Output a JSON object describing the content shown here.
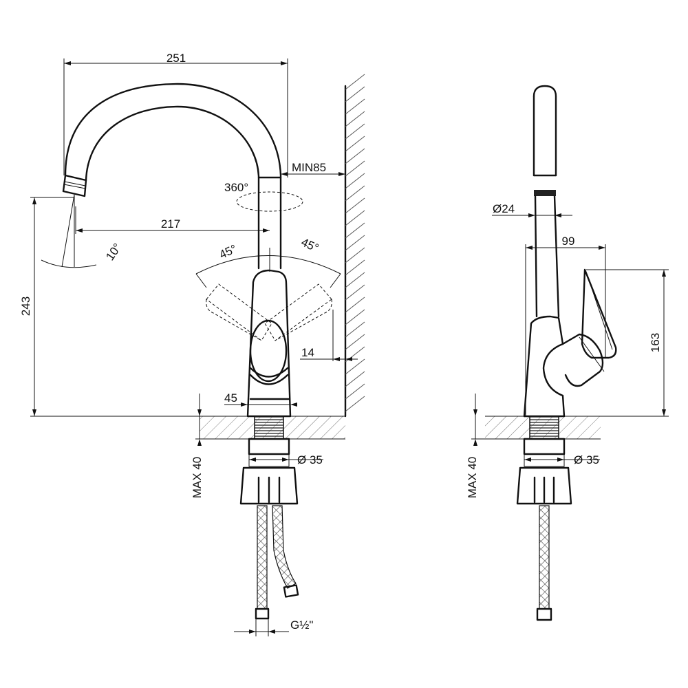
{
  "front_view": {
    "dim_width": "251",
    "dim_wall_min": "MIN85",
    "rotation": "360°",
    "dim_spout_reach": "217",
    "spray_angle": "10°",
    "lever_angle_left": "45°",
    "lever_angle_right": "45°",
    "dim_height": "243",
    "dim_wall_gap": "14",
    "dim_base": "45",
    "dim_thread_dia": "Ø 35",
    "dim_max_thickness": "MAX 40",
    "connection": "G½\""
  },
  "side_view": {
    "dim_spout_dia": "Ø24",
    "dim_lever_reach": "99",
    "dim_lever_height": "163",
    "dim_thread_dia": "Ø 35",
    "dim_max_thickness": "MAX 40"
  }
}
